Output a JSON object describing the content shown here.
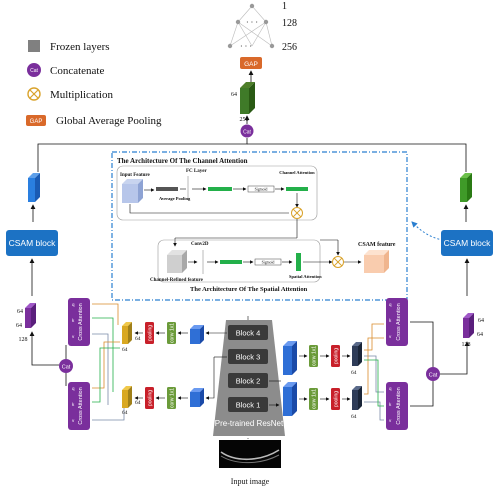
{
  "legend": {
    "frozen_layers": "Frozen layers",
    "concatenate": "Concatenate",
    "multiplication": "Multiplication",
    "global_average_pooling": "Global Average Pooling",
    "gap_badge": "GAP",
    "cat_badge": "Cat"
  },
  "fc_head": {
    "n1": "1",
    "n128": "128",
    "n256": "256",
    "gap_label": "GAP",
    "dim64": "64",
    "dim256": "256",
    "cat_label": "Cat"
  },
  "channel_attention": {
    "title": "The Architecture Of The Channel Attention",
    "input_feature": "Input Feature",
    "fc_layer": "FC Layer",
    "average_pooling": "Average Pooling",
    "sigmoid": "Sigmoid",
    "channel_attention": "Channel Attention"
  },
  "spatial_attention": {
    "title": "The Architecture Of The Spatial Attention",
    "conv2d": "Conv2D",
    "sigmoid": "Sigmoid",
    "spatial_attention": "Spatial Attention",
    "channel_refined": "Channel-Refined feature",
    "csam_feature": "CSAM feature"
  },
  "csam_left": "CSAM block",
  "csam_right": "CSAM block",
  "left_branch": {
    "dim64a": "64",
    "dim64b": "64",
    "dim128": "128",
    "cat": "Cat",
    "cross_top": "Cross Attention",
    "cross_bottom": "Cross Attention",
    "dim64c": "64",
    "dim64d": "64",
    "dim64e": "64",
    "dim64f": "64",
    "pool_top": "pooling",
    "conv_top": "conv 1x1",
    "pool_bottom": "pooling",
    "conv_bottom": "conv 1x1",
    "q": "q",
    "k": "k",
    "v": "v"
  },
  "backbone": {
    "block4": "Block 4",
    "block3": "Block 3",
    "block2": "Block 2",
    "block1": "Block 1",
    "label": "Pre-trained ResNet",
    "input_image": "Input image"
  },
  "right_branch": {
    "conv_top": "conv 1x1",
    "pool_top": "pooling",
    "conv_bottom": "conv 1x1",
    "pool_bottom": "pooling",
    "cross_top": "Cross Attention",
    "cross_bottom": "Cross Attention",
    "cat": "Cat",
    "dim64a": "64",
    "dim64b": "64",
    "dim128": "128",
    "dim64c": "64",
    "dim64d": "64",
    "q": "q",
    "k": "k",
    "v": "v"
  },
  "colors": {
    "cat": "#7a2f9c",
    "gap": "#d9692a",
    "csam": "#1c72c4",
    "conv": "#6b9b3a",
    "pool": "#c8202a",
    "frozen": "#808080",
    "cross": "#7a2f9c",
    "cube_blue": "#2f6fd6",
    "dashed": "#2a7fd0"
  }
}
